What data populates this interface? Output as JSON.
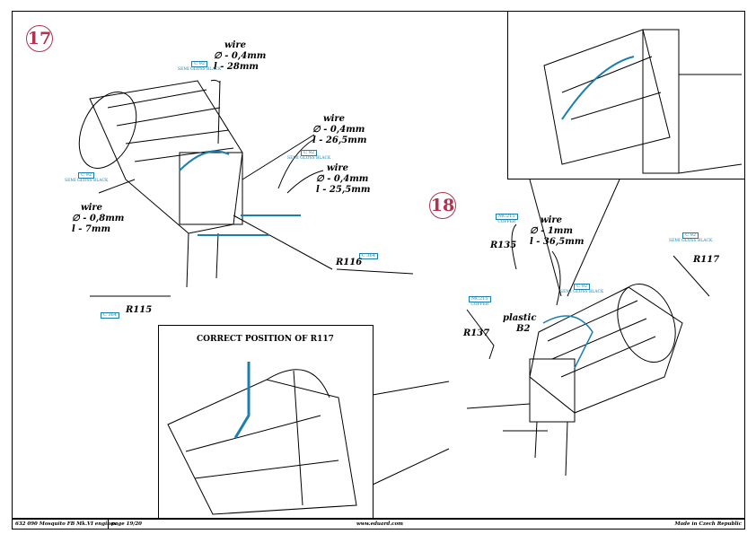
{
  "steps": [
    {
      "number": "17"
    },
    {
      "number": "18"
    }
  ],
  "step17": {
    "wire1": {
      "title": "wire",
      "diameter": "∅ - 0,4mm",
      "length": "l - 28mm"
    },
    "wire2": {
      "title": "wire",
      "diameter": "∅ - 0,4mm",
      "length": "l - 26,5mm"
    },
    "wire3": {
      "title": "wire",
      "diameter": "∅ - 0,4mm",
      "length": "l - 25,5mm"
    },
    "wire4": {
      "title": "wire",
      "diameter": "∅ - 0,8mm",
      "length": "l - 7mm"
    },
    "parts": {
      "r116": "R116",
      "r115": "R115"
    },
    "paint": {
      "code": "C 92",
      "name": "SEMI GLOSS BLACK",
      "code2": "C 364"
    }
  },
  "step18": {
    "wire": {
      "title": "wire",
      "diameter": "∅ - 1mm",
      "length": "l - 36,5mm"
    },
    "parts": {
      "r135": "R135",
      "r137": "R137",
      "r117": "R117",
      "plastic": "plastic",
      "b2": "B2"
    },
    "paint": {
      "copper_code": "MC215",
      "copper_name": "COPPER",
      "black_code": "C 92",
      "black_name": "SEMI GLOSS BLACK"
    }
  },
  "inset_title": "CORRECT POSITION OF R117",
  "footer": {
    "product": "632 090  Mosquito FB Mk.VI engines",
    "page": "page 19/20",
    "website": "www.eduard.com",
    "origin": "Made in Czech Republic"
  },
  "colors": {
    "accent": "#1a7fb0",
    "step": "#b0334f"
  }
}
